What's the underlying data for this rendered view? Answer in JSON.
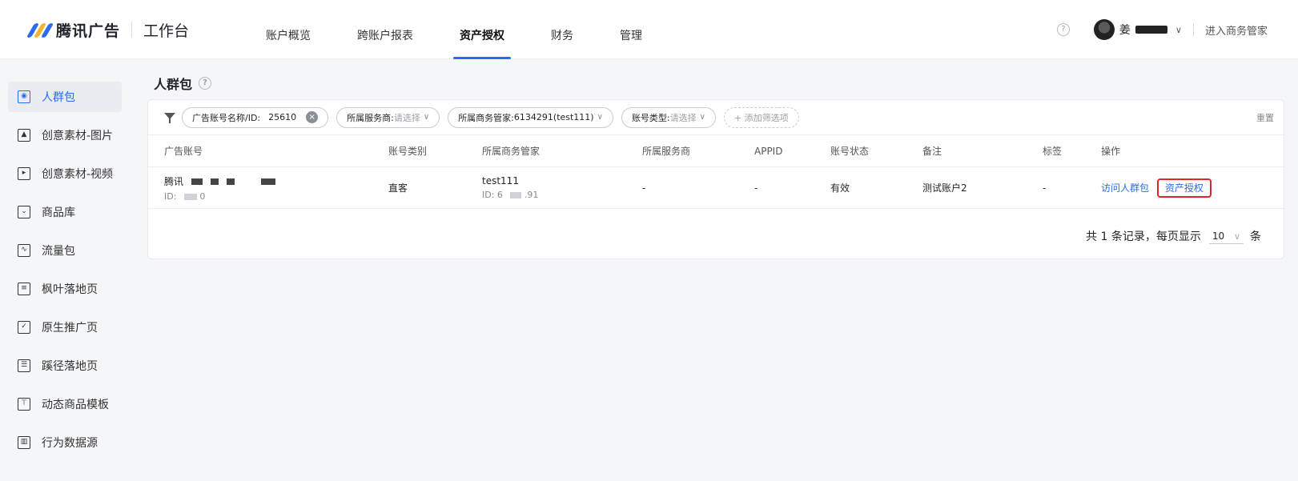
{
  "brand": {
    "logo_text": "腾讯广告",
    "workbench": "工作台",
    "colors": {
      "accent": "#2a6af4",
      "highlight_border": "#e1262b"
    }
  },
  "nav": [
    {
      "label": "账户概览",
      "active": false
    },
    {
      "label": "跨账户报表",
      "active": false
    },
    {
      "label": "资产授权",
      "active": true
    },
    {
      "label": "财务",
      "active": false
    },
    {
      "label": "管理",
      "active": false
    }
  ],
  "topright": {
    "help": "?",
    "user_name": "姜",
    "chevron": "∨",
    "enter": "进入商务管家"
  },
  "sidebar": [
    {
      "label": "人群包",
      "icon": "audience-icon",
      "active": true
    },
    {
      "label": "创意素材-图片",
      "icon": "image-icon",
      "active": false
    },
    {
      "label": "创意素材-视频",
      "icon": "video-icon",
      "active": false
    },
    {
      "label": "商品库",
      "icon": "product-icon",
      "active": false
    },
    {
      "label": "流量包",
      "icon": "traffic-icon",
      "active": false
    },
    {
      "label": "枫叶落地页",
      "icon": "landing-page-icon",
      "active": false
    },
    {
      "label": "原生推广页",
      "icon": "native-page-icon",
      "active": false
    },
    {
      "label": "蹊径落地页",
      "icon": "document-icon",
      "active": false
    },
    {
      "label": "动态商品模板",
      "icon": "template-icon",
      "active": false
    },
    {
      "label": "行为数据源",
      "icon": "data-source-icon",
      "active": false
    }
  ],
  "page": {
    "title": "人群包",
    "help": "?"
  },
  "filters": {
    "account": {
      "label": "广告账号名称/ID:",
      "value": "25610",
      "clear": "×"
    },
    "service": {
      "label": "所属服务商:",
      "placeholder": "请选择",
      "chevron": "∨"
    },
    "manager": {
      "label": "所属商务管家:",
      "value": "6134291(test111)",
      "chevron": "∨"
    },
    "type": {
      "label": "账号类型:",
      "placeholder": "请选择",
      "chevron": "∨"
    },
    "add": "+ 添加筛选项",
    "reset": "重置"
  },
  "table": {
    "headers": [
      "广告账号",
      "账号类别",
      "所属商务管家",
      "所属服务商",
      "APPID",
      "账号状态",
      "备注",
      "标签",
      "操作"
    ],
    "rows": [
      {
        "account_name": "腾讯",
        "account_id": "ID:",
        "account_id_tail": "0",
        "category": "直客",
        "manager_name": "test111",
        "manager_id": "ID: 6",
        "manager_id_tail": ".91",
        "service": "-",
        "appid": "-",
        "status": "有效",
        "remark": "测试账户2",
        "tag": "-",
        "action_visit": "访问人群包",
        "action_grant": "资产授权"
      }
    ]
  },
  "pager": {
    "prefix": "共 1 条记录，每页显示",
    "size": "10",
    "chevron": "∨",
    "suffix": "条"
  }
}
